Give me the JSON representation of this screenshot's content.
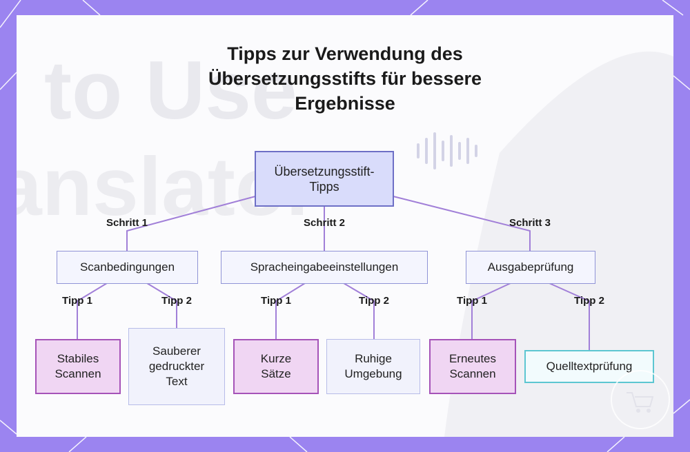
{
  "title": "Tipps zur Verwendung des Übersetzungsstifts für bessere Ergebnisse",
  "root": {
    "label": "Übersetzungsstift-Tipps"
  },
  "steps": [
    {
      "edge_label": "Schritt 1",
      "label": "Scanbedingungen",
      "tips": [
        {
          "edge_label": "Tipp 1",
          "label": "Stabiles Scannen"
        },
        {
          "edge_label": "Tipp 2",
          "label": "Sauberer gedruckter Text"
        }
      ]
    },
    {
      "edge_label": "Schritt 2",
      "label": "Spracheingabeeinstellungen",
      "tips": [
        {
          "edge_label": "Tipp 1",
          "label": "Kurze Sätze"
        },
        {
          "edge_label": "Tipp 2",
          "label": "Ruhige Umgebung"
        }
      ]
    },
    {
      "edge_label": "Schritt 3",
      "label": "Ausgabeprüfung",
      "tips": [
        {
          "edge_label": "Tipp 1",
          "label": "Erneutes Scannen"
        },
        {
          "edge_label": "Tipp 2",
          "label": "Quelltextprüfung"
        }
      ]
    }
  ],
  "colors": {
    "frame": "#9b84f0",
    "edge": "#a17fd8",
    "root_fill": "#d9dcfb",
    "tip_purple": "#f0d6f3",
    "tip_teal": "#f2fbfd"
  }
}
